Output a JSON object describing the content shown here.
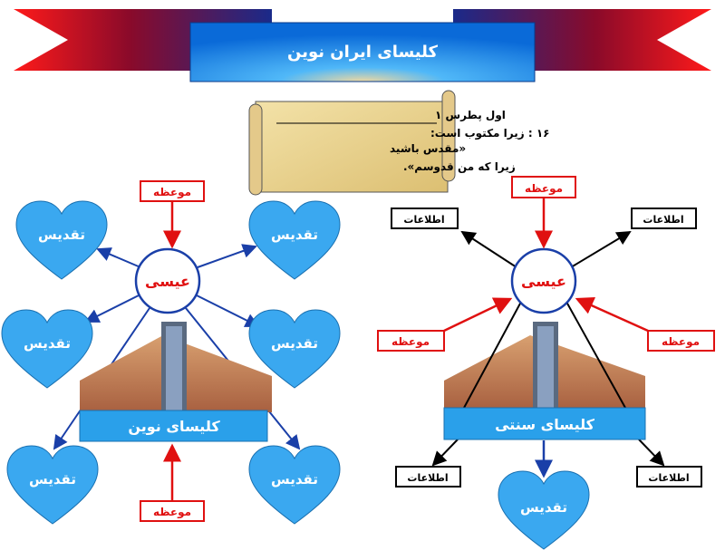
{
  "title": "کلیسای ایران نوین",
  "scroll": {
    "heading": "اول پطرس ۱",
    "lines": [
      "۱۶ : زیرا مکتوب است:",
      "«مقدس باشید",
      "زیرا که من قدوسم»."
    ]
  },
  "left_diagram": {
    "center": "عیسی",
    "top_box": "موعظه",
    "bottom_box": "موعظه",
    "hearts": [
      "تقدیس",
      "تقدیس",
      "تقدیس",
      "تقدیس",
      "تقدیس",
      "تقدیس"
    ],
    "church_label": "کلیسای نوین"
  },
  "right_diagram": {
    "center": "عیسی",
    "top_box": "موعظه",
    "left_box": "موعظه",
    "right_box": "موعظه",
    "info_boxes": [
      "اطلاعات",
      "اطلاعات",
      "اطلاعات",
      "اطلاعات"
    ],
    "heart": "تقدیس",
    "church_label": "کلیسای سنتی"
  },
  "colors": {
    "heart": "#3aa8f0",
    "label_bar": "#2aa0ea",
    "red": "#e01010",
    "blue_arrow": "#1a3fa8"
  }
}
